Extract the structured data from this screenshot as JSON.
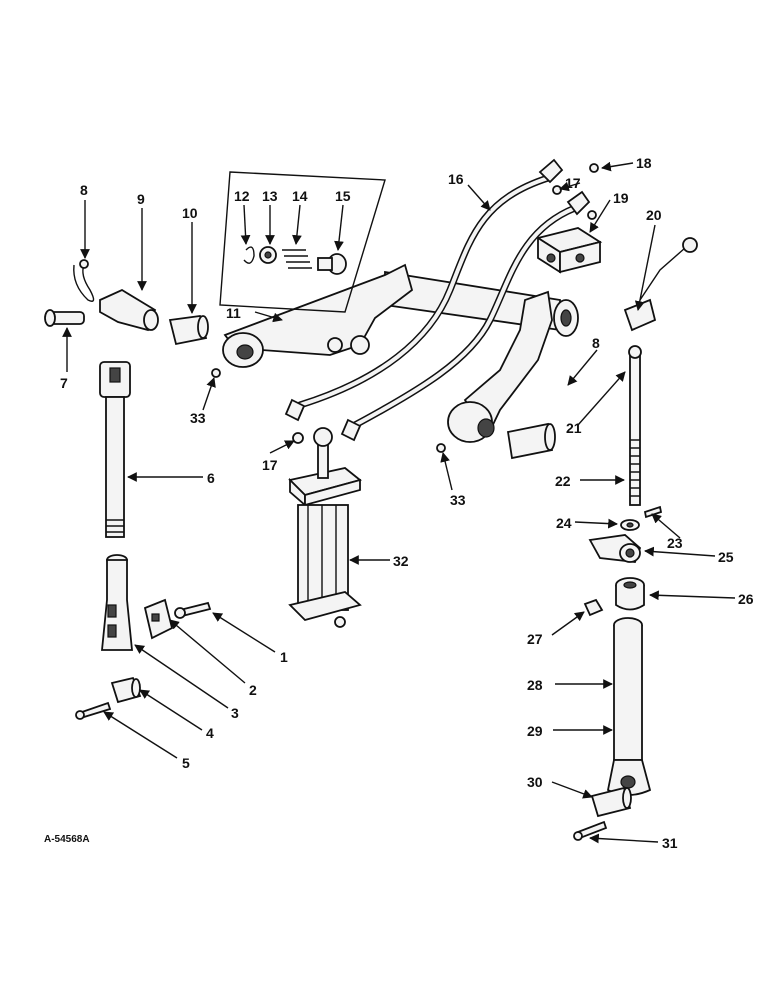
{
  "drawing": {
    "reference_code": "A-54568A",
    "callouts": [
      "1",
      "2",
      "3",
      "4",
      "5",
      "6",
      "7",
      "8",
      "9",
      "10",
      "11",
      "12",
      "13",
      "14",
      "15",
      "16",
      "17",
      "18",
      "19",
      "20",
      "21",
      "22",
      "23",
      "24",
      "25",
      "26",
      "27",
      "28",
      "29",
      "30",
      "31",
      "32",
      "33"
    ],
    "colors": {
      "ink": "#111111",
      "paper": "#ffffff",
      "part_fill": "#f4f4f4"
    }
  }
}
